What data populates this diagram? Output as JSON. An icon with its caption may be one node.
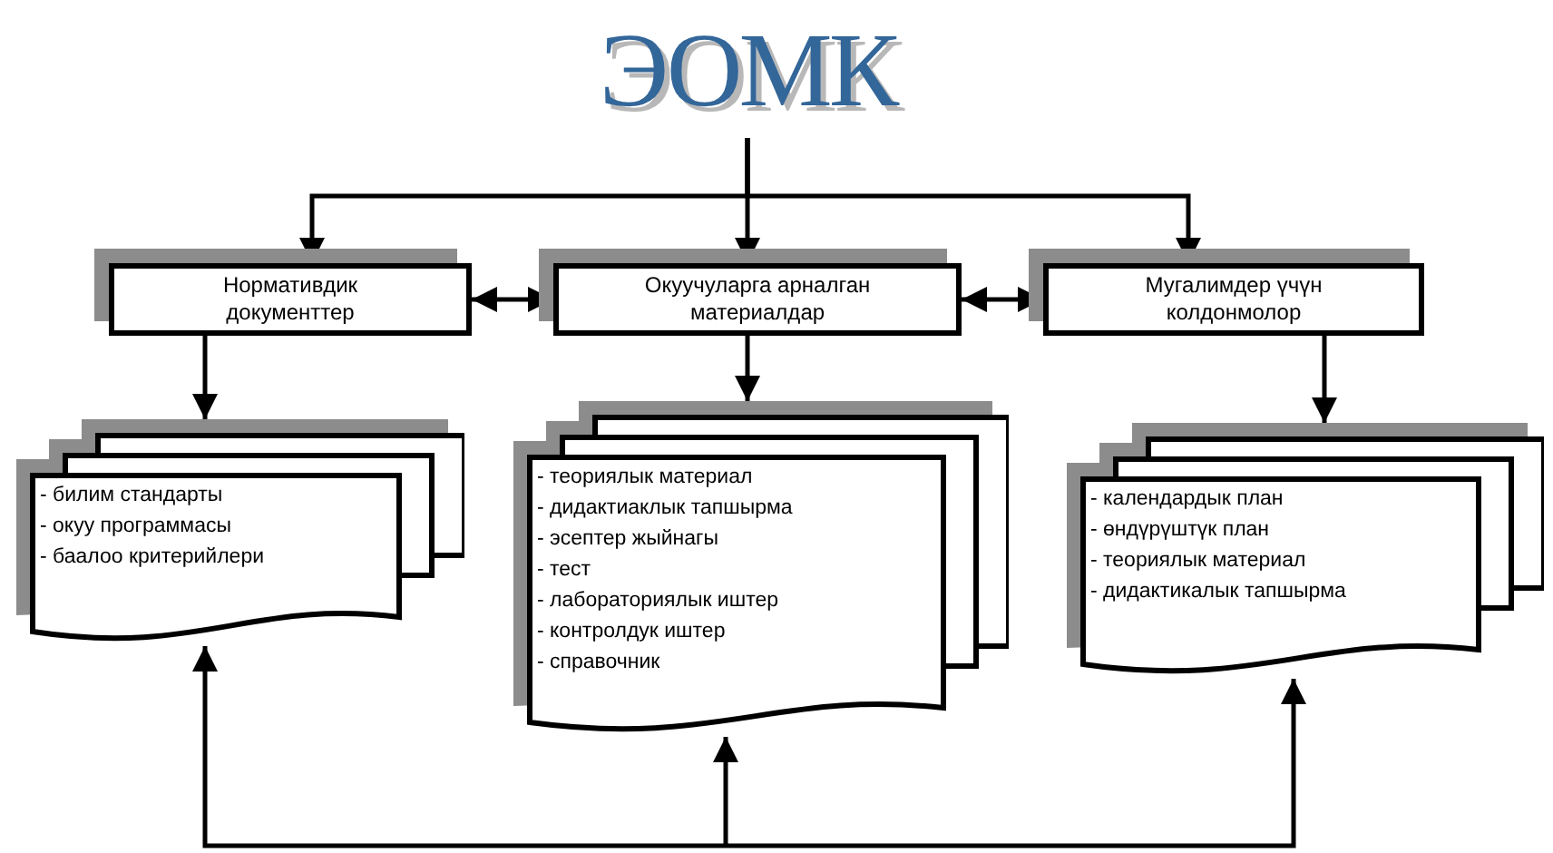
{
  "diagram": {
    "nodes": [
      {
        "text": [
          "ЭОМК"
        ]
      },
      {
        "text": [
          "Нормативдик документтер"
        ]
      },
      {
        "text": [
          "Окуучуларга арналган материалдар"
        ]
      },
      {
        "text": [
          "Мугалимдер үчүн колдонмолор"
        ]
      },
      {
        "text": [
          "- билим стандарты",
          "- окуу программасы",
          "- баалоо критерийлери"
        ]
      },
      {
        "text": [
          "- теориялык материал",
          "- дидактиаклык тапшырма",
          "- эсептер жыйнагы",
          "- тест",
          "- лабораториялык иштер",
          "- контролдук иштер",
          "- справочник"
        ]
      },
      {
        "text": [
          "- календардык план",
          "- өндүрүштүк план",
          "- теориялык материал",
          "- дидактикалык тапшырма"
        ]
      }
    ],
    "edges": [
      {
        "from": 0,
        "to": 1,
        "arrow": "to"
      },
      {
        "from": 0,
        "to": 2,
        "arrow": "to"
      },
      {
        "from": 0,
        "to": 3,
        "arrow": "to"
      },
      {
        "from": 1,
        "to": 2,
        "arrow": "both"
      },
      {
        "from": 2,
        "to": 3,
        "arrow": "both"
      },
      {
        "from": 1,
        "to": 4,
        "arrow": "to"
      },
      {
        "from": 2,
        "to": 5,
        "arrow": "to"
      },
      {
        "from": 3,
        "to": 6,
        "arrow": "to"
      },
      {
        "from": null,
        "to": 4,
        "arrow": "to"
      },
      {
        "from": null,
        "to": 5,
        "arrow": "to"
      },
      {
        "from": null,
        "to": 6,
        "arrow": "to"
      }
    ]
  }
}
